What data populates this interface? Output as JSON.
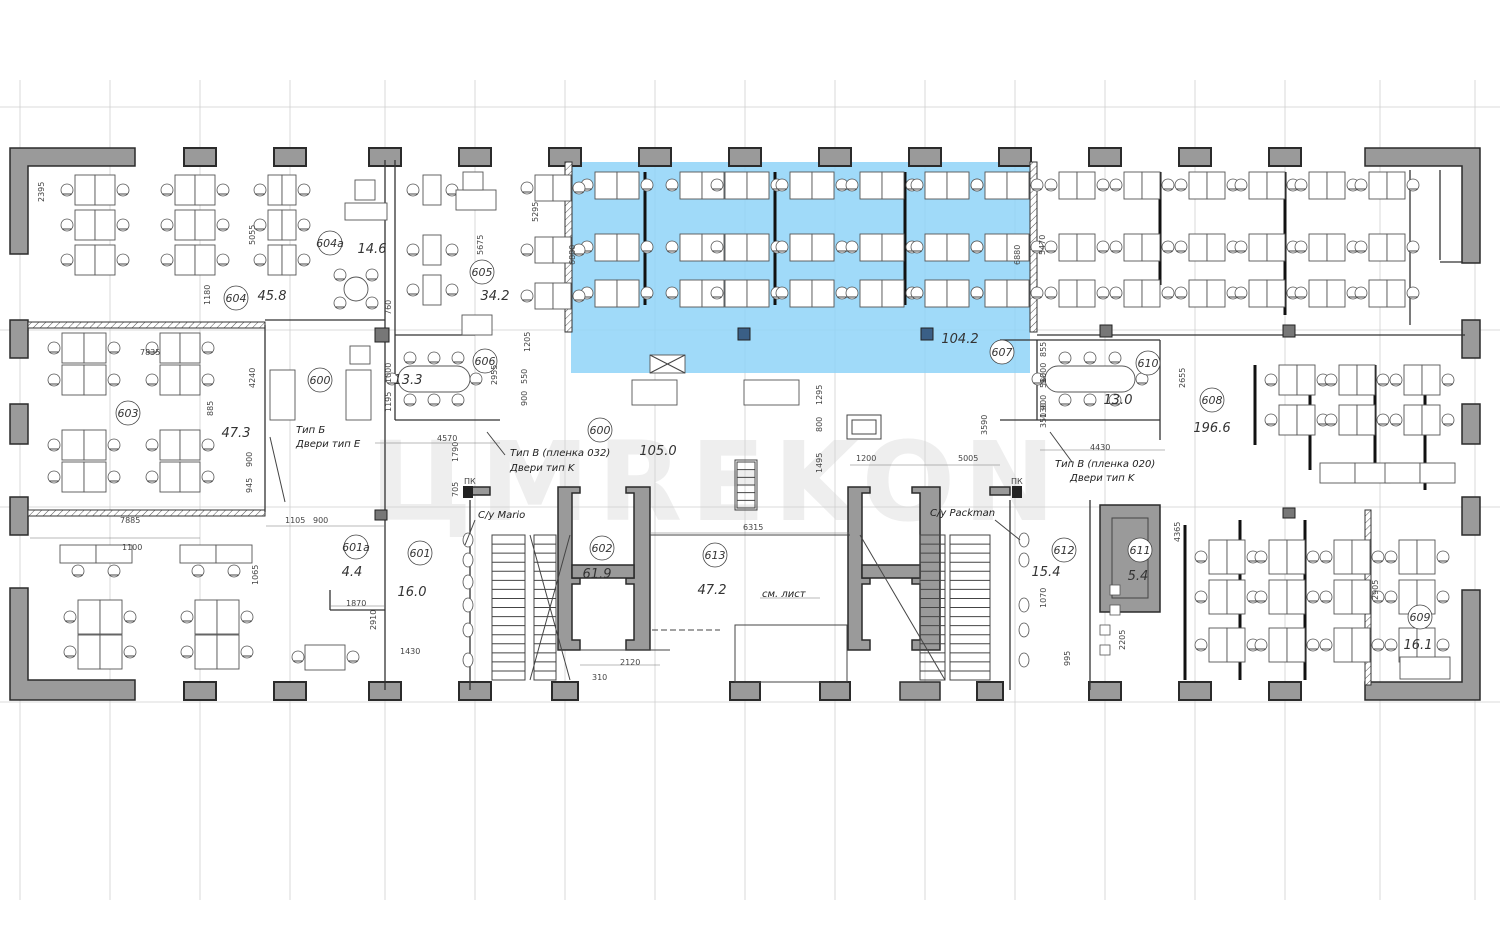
{
  "highlight_color": "#8fd3f8",
  "watermark": "ЦМREKON",
  "rooms": [
    {
      "id": "604",
      "area": "45.8"
    },
    {
      "id": "604a",
      "area": "14.6"
    },
    {
      "id": "605",
      "area": "34.2"
    },
    {
      "id": "603",
      "area": "47.3"
    },
    {
      "id": "600",
      "area": ""
    },
    {
      "id": "606",
      "area": "13.3"
    },
    {
      "id": "600",
      "area": "105.0"
    },
    {
      "id": "607",
      "area": "104.2"
    },
    {
      "id": "610",
      "area": "13.0"
    },
    {
      "id": "608",
      "area": "196.6"
    },
    {
      "id": "602",
      "area": "61.9"
    },
    {
      "id": "601a",
      "area": "4.4"
    },
    {
      "id": "601",
      "area": "16.0"
    },
    {
      "id": "613",
      "area": "47.2"
    },
    {
      "id": "612",
      "area": "15.4"
    },
    {
      "id": "611",
      "area": "5.4"
    },
    {
      "id": "609",
      "area": "16.1"
    }
  ],
  "labels": {
    "door_type_b": "Тип Б",
    "door_e": "Двери тип E",
    "door_type_v_032": "Тип В (пленка 032)",
    "door_k_left": "Двери тип K",
    "door_type_v_020": "Тип В (пленка 020)",
    "door_k_right": "Двери тип K",
    "wc_mario": "С/у Mario",
    "wc_packman": "С/у Packman",
    "sm_list": "см. лист",
    "pk_left": "ПК",
    "pk_right": "ПК"
  },
  "dimensions": [
    "2395",
    "5055",
    "1180",
    "760",
    "5675",
    "5295",
    "6880",
    "6880",
    "5470",
    "7835",
    "4240",
    "885",
    "900",
    "945",
    "1000",
    "1195",
    "2955",
    "1205",
    "550",
    "900",
    "4570",
    "1790",
    "705",
    "1295",
    "800",
    "1495",
    "1200",
    "5005",
    "3590",
    "1000",
    "580",
    "900",
    "350",
    "130",
    "855",
    "2655",
    "4430",
    "4365",
    "7885",
    "1105",
    "900",
    "1100",
    "1065",
    "1870",
    "2910",
    "1430",
    "6315",
    "2120",
    "310",
    "1070",
    "2205",
    "2905",
    "995"
  ]
}
